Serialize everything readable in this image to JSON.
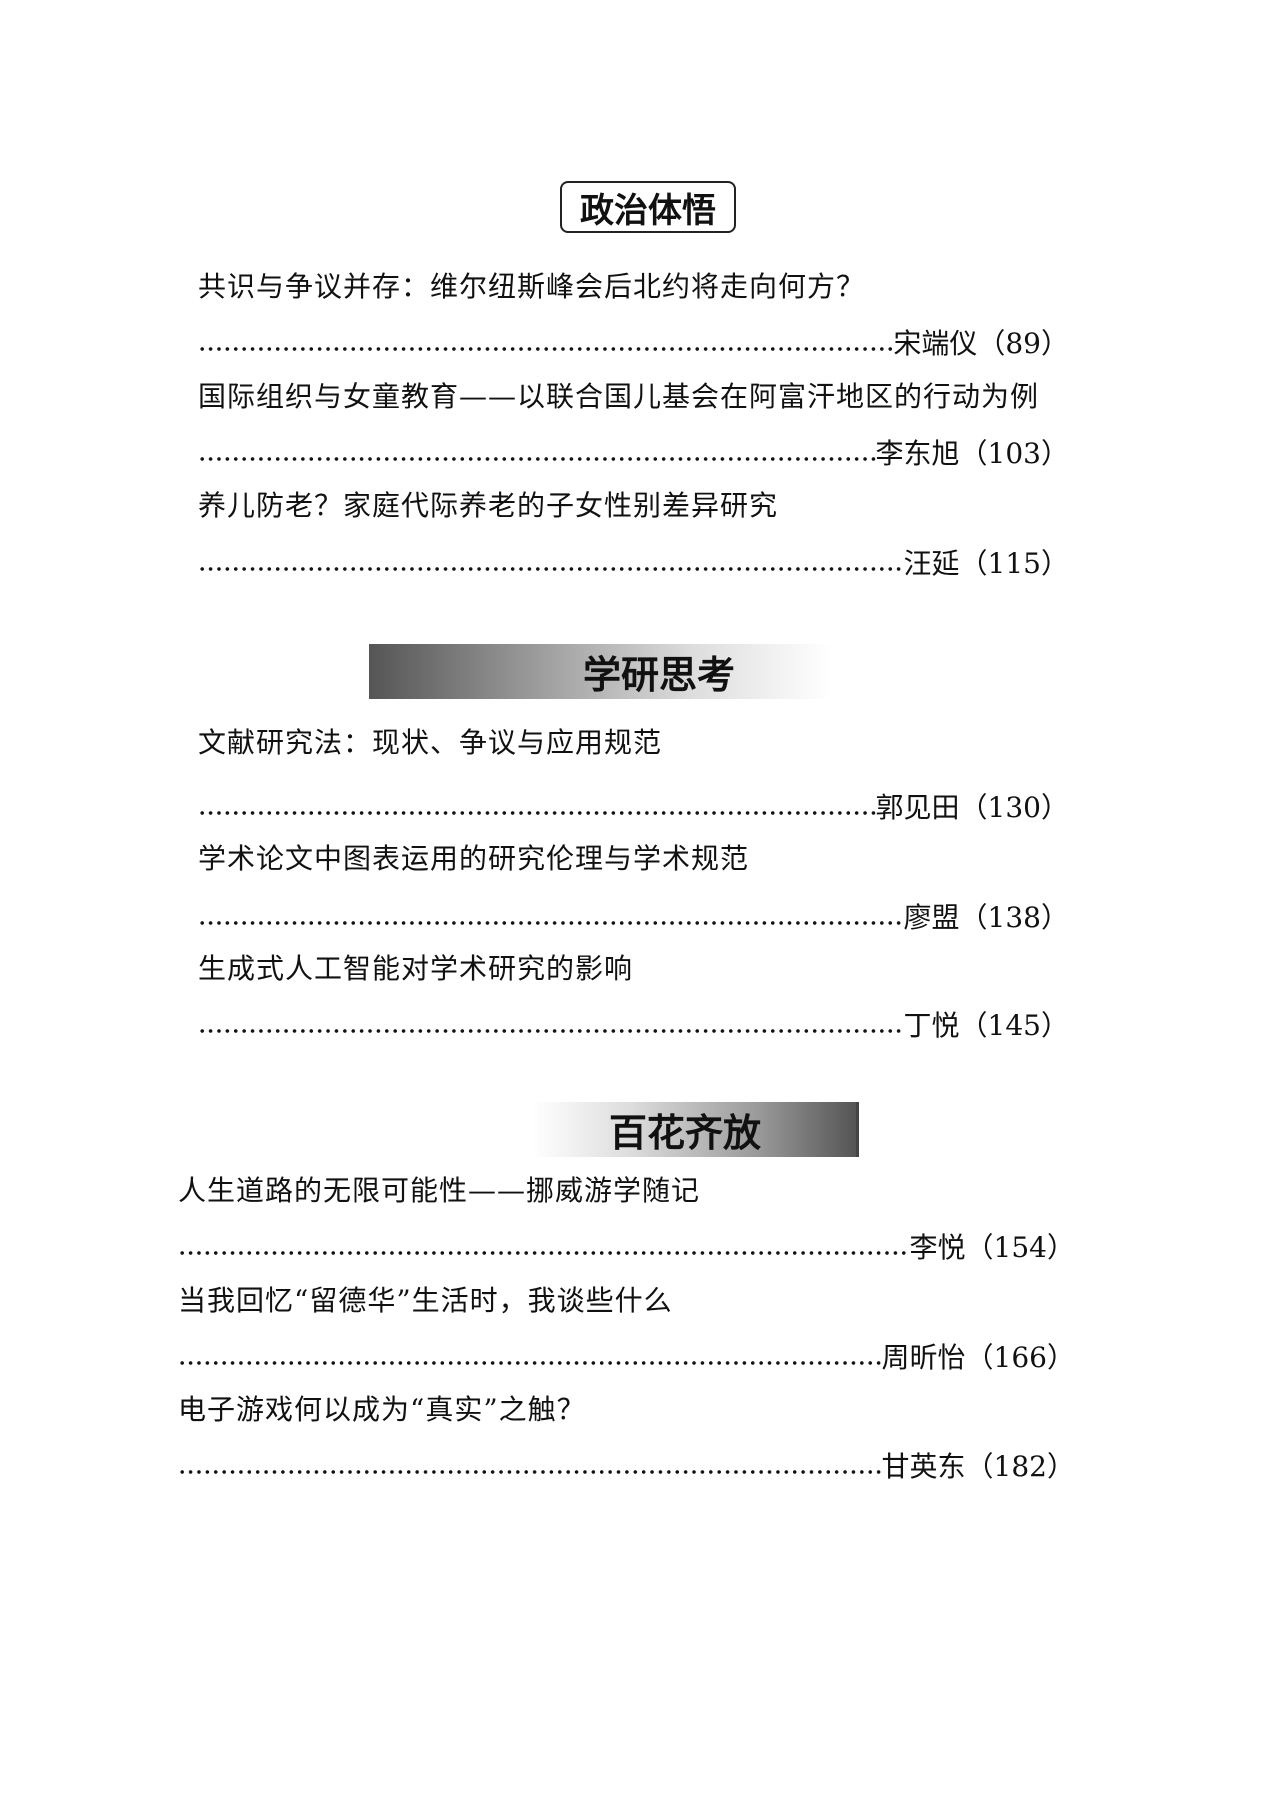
{
  "sections": [
    {
      "heading": "政治体悟",
      "items": [
        {
          "title": "共识与争议并存：维尔纽斯峰会后北约将走向何方？",
          "author": "宋端仪",
          "page": "（89）"
        },
        {
          "title": "国际组织与女童教育——以联合国儿基会在阿富汗地区的行动为例",
          "author": "李东旭",
          "page": "（103）"
        },
        {
          "title": "养儿防老？家庭代际养老的子女性别差异研究",
          "author": "汪延",
          "page": "（115）"
        }
      ]
    },
    {
      "heading": "学研思考",
      "items": [
        {
          "title": "文献研究法：现状、争议与应用规范",
          "author": "郭见田",
          "page": "（130）"
        },
        {
          "title": "学术论文中图表运用的研究伦理与学术规范",
          "author": "廖盟",
          "page": "（138）"
        },
        {
          "title": "生成式人工智能对学术研究的影响",
          "author": "丁悦",
          "page": "（145）"
        }
      ]
    },
    {
      "heading": "百花齐放",
      "items": [
        {
          "title": "人生道路的无限可能性——挪威游学随记",
          "author": "李悦",
          "page": "（154）"
        },
        {
          "title": "当我回忆“留德华”生活时，我谈些什么",
          "author": "周昕怡",
          "page": "（166）"
        },
        {
          "title": "电子游戏何以成为“真实”之触？",
          "author": "甘英东",
          "page": "（182）"
        }
      ]
    }
  ]
}
